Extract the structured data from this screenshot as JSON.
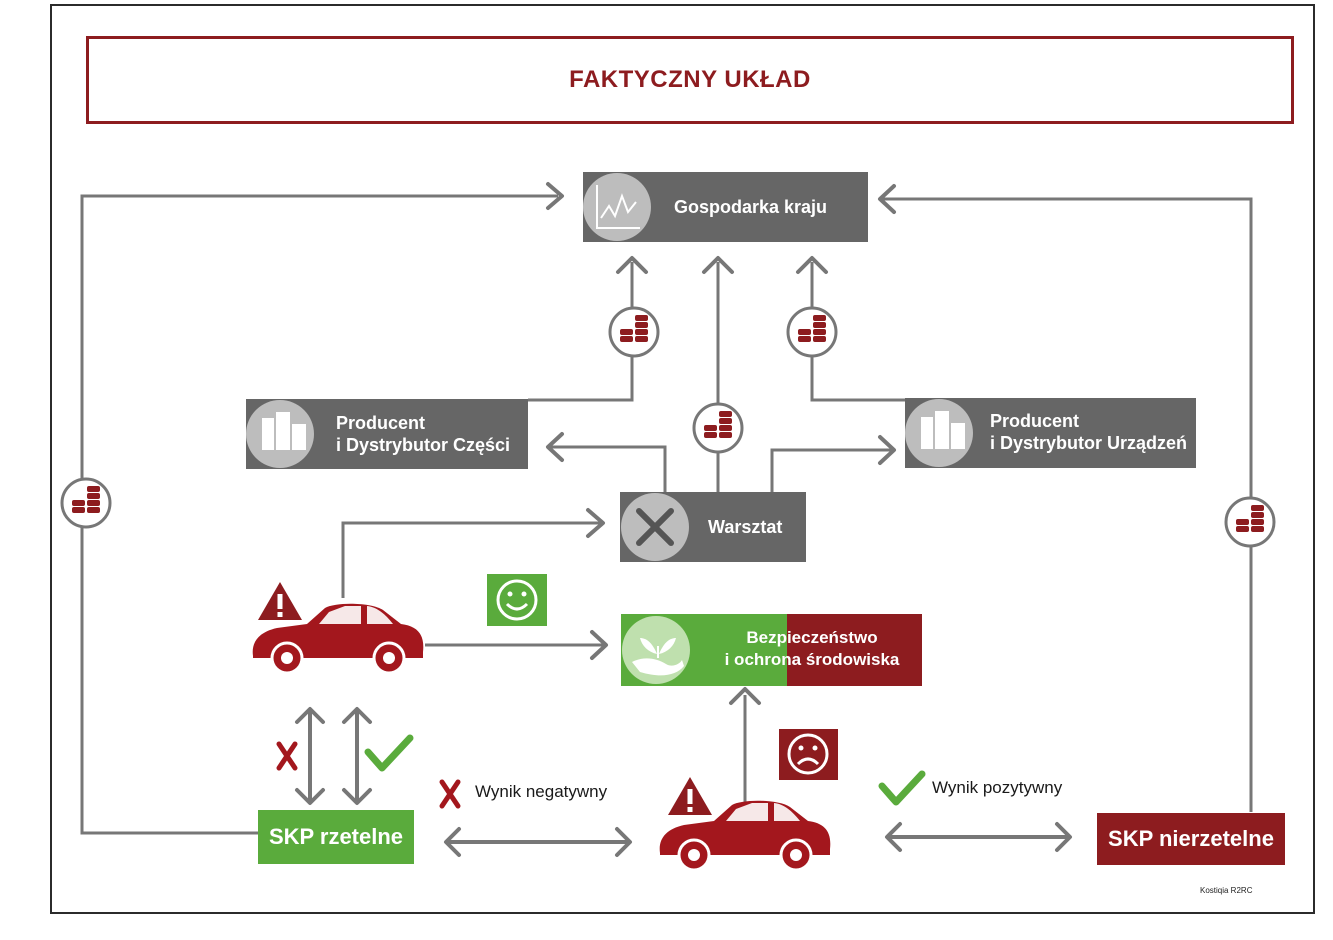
{
  "title": "FAKTYCZNY UKŁAD",
  "nodes": {
    "gospodarka": "Gospodarka kraju",
    "producent_czesci": [
      "Producent",
      "i Dystrybutor Części"
    ],
    "producent_urzadzen": [
      "Producent",
      "i Dystrybutor Urządzeń"
    ],
    "warsztat": "Warsztat",
    "bezpieczenstwo": [
      "Bezpieczeństwo",
      "i ochrona środowiska"
    ],
    "skp_rzetelne": "SKP rzetelne",
    "skp_nierzetelne": "SKP nierzetelne"
  },
  "notes": {
    "negative": "Wynik negatywny",
    "positive": "Wynik pozytywny"
  },
  "credit": "Kostiqia R2RC",
  "colors": {
    "dark_red": "#8d1c1f",
    "gray": "#666666",
    "green": "#5aab3c",
    "arrow": "#777777"
  },
  "icons": [
    "chart-icon",
    "coins-icon",
    "building-icon",
    "tools-icon",
    "hand-plant-icon",
    "car-icon",
    "warning-icon",
    "smile-icon",
    "sad-icon",
    "check-icon",
    "cross-icon"
  ]
}
